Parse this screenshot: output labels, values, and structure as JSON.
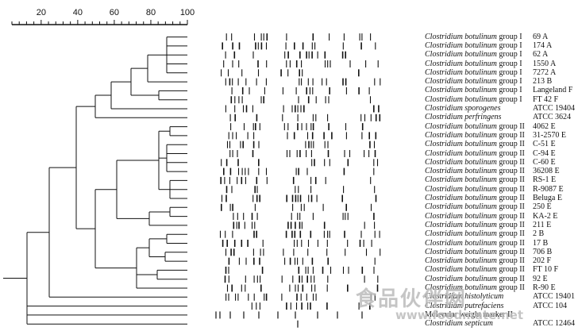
{
  "scale": {
    "ticks": [
      "20",
      "40",
      "60",
      "80",
      "100"
    ],
    "tick_values": [
      20,
      40,
      60,
      80,
      100
    ],
    "min": 4,
    "max": 100
  },
  "rows": [
    {
      "species": "Clostridium botulinum",
      "group": "group I",
      "strain": "69 A"
    },
    {
      "species": "Clostridium botulinum",
      "group": "group I",
      "strain": "174 A"
    },
    {
      "species": "Clostridium botulinum",
      "group": "group I",
      "strain": "62 A"
    },
    {
      "species": "Clostridium botulinum",
      "group": "group I",
      "strain": "1550 A"
    },
    {
      "species": "Clostridium botulinum",
      "group": "group I",
      "strain": "7272 A"
    },
    {
      "species": "Clostridium botulinum",
      "group": "group I",
      "strain": "213 B"
    },
    {
      "species": "Clostridium botulinum",
      "group": "group I",
      "strain": "Langeland F"
    },
    {
      "species": "Clostridium botulinum",
      "group": "group I",
      "strain": "FT 42 F"
    },
    {
      "species": "Clostridium sporogenes",
      "group": "",
      "strain": "ATCC 19404"
    },
    {
      "species": "Clostridium perfringens",
      "group": "",
      "strain": "ATCC 3624"
    },
    {
      "species": "Clostridium botulinum",
      "group": "group II",
      "strain": "4062 E"
    },
    {
      "species": "Clostridium botulinum",
      "group": "group II",
      "strain": "31-2570 E"
    },
    {
      "species": "Clostridium botulinum",
      "group": "group II",
      "strain": "C-51 E"
    },
    {
      "species": "Clostridium botulinum",
      "group": "group II",
      "strain": "C-94 E"
    },
    {
      "species": "Clostridium botulinum",
      "group": "group II",
      "strain": "C-60 E"
    },
    {
      "species": "Clostridium botulinum",
      "group": "group II",
      "strain": "36208 E"
    },
    {
      "species": "Clostridium botulinum",
      "group": "group II",
      "strain": "RS-1 E"
    },
    {
      "species": "Clostridium botulinum",
      "group": "group II",
      "strain": "R-9087 E"
    },
    {
      "species": "Clostridium botulinum",
      "group": "group II",
      "strain": "Beluga E"
    },
    {
      "species": "Clostridium botulinum",
      "group": "group II",
      "strain": "250 E"
    },
    {
      "species": "Clostridium botulinum",
      "group": "group II",
      "strain": "KA-2 E"
    },
    {
      "species": "Clostridium botulinum",
      "group": "group II",
      "strain": "211 E"
    },
    {
      "species": "Clostridium botulinum",
      "group": "group II",
      "strain": "2 B"
    },
    {
      "species": "Clostridium botulinum",
      "group": "group II",
      "strain": "17 B"
    },
    {
      "species": "Clostridium botulinum",
      "group": "group II",
      "strain": "706 B"
    },
    {
      "species": "Clostridium botulinum",
      "group": "group II",
      "strain": "202 F"
    },
    {
      "species": "Clostridium botulinum",
      "group": "group II",
      "strain": "FT 10 F"
    },
    {
      "species": "Clostridium botulinum",
      "group": "group II",
      "strain": "92 E"
    },
    {
      "species": "Clostridium botulinum",
      "group": "group II",
      "strain": "R-90 E"
    },
    {
      "species": "Clostridium histolyticum",
      "group": "",
      "strain": "ATCC 19401"
    },
    {
      "species": "Clostridium putrefaciens",
      "group": "",
      "strain": "ATCC 104"
    },
    {
      "species": "",
      "group": "Molecular weight marker II",
      "strain": ""
    },
    {
      "species": "Clostridium septicum",
      "group": "",
      "strain": "ATCC 12464"
    }
  ],
  "watermark": {
    "text": "食品伙伴网",
    "url": "www.foodmate.net"
  }
}
